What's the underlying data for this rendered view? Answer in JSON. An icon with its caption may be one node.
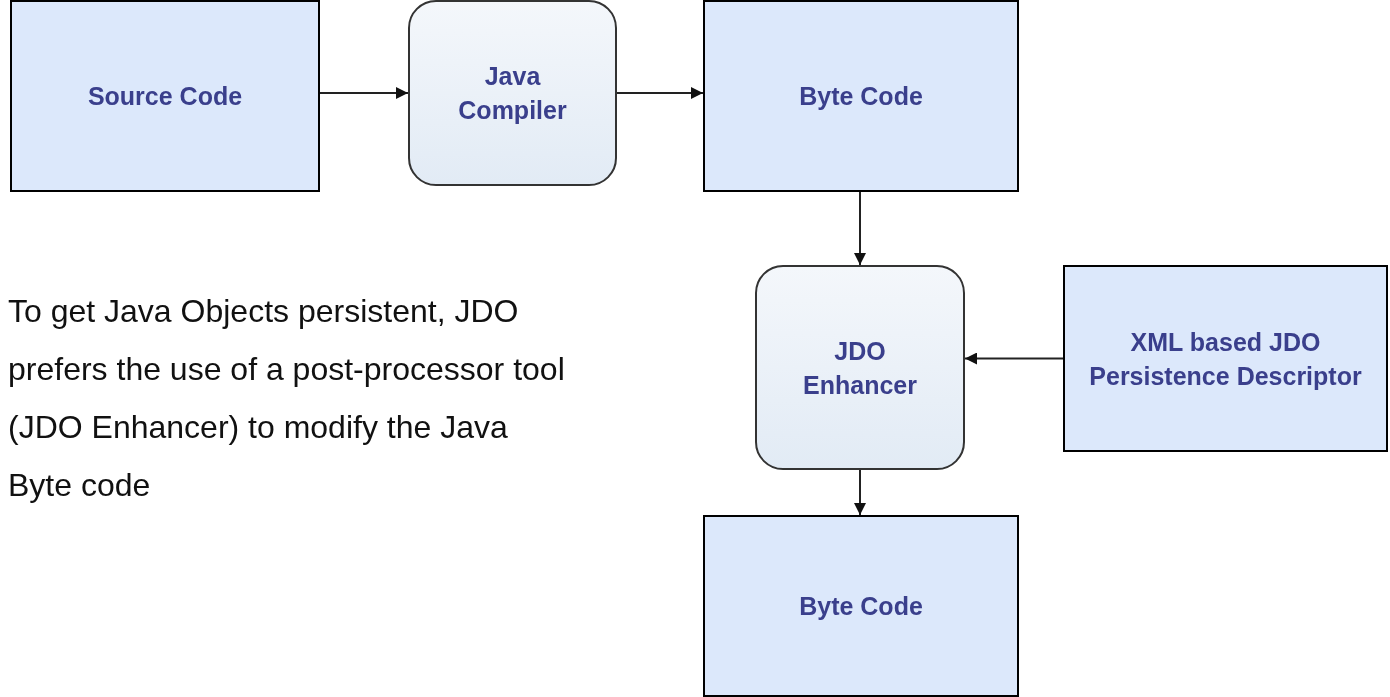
{
  "diagram": {
    "nodes": [
      {
        "text": [
          "Source Code"
        ]
      },
      {
        "text": [
          "Java Compiler"
        ]
      },
      {
        "text": [
          "Byte Code"
        ]
      },
      {
        "text": [
          "JDO Enhancer"
        ]
      },
      {
        "text": [
          "XML based JDO Persistence Descriptor"
        ]
      },
      {
        "text": [
          "Byte Code"
        ]
      }
    ],
    "edges": [
      {
        "from": 0,
        "to": 1,
        "arrow": "to"
      },
      {
        "from": 1,
        "to": 2,
        "arrow": "to"
      },
      {
        "from": 2,
        "to": 3,
        "arrow": "to"
      },
      {
        "from": 4,
        "to": 3,
        "arrow": "to"
      },
      {
        "from": 3,
        "to": 5,
        "arrow": "to"
      }
    ],
    "labels": [
      "To get Java Objects persistent, JDO prefers the use of a post-processor tool (JDO Enhancer) to modify the Java Byte code"
    ]
  }
}
